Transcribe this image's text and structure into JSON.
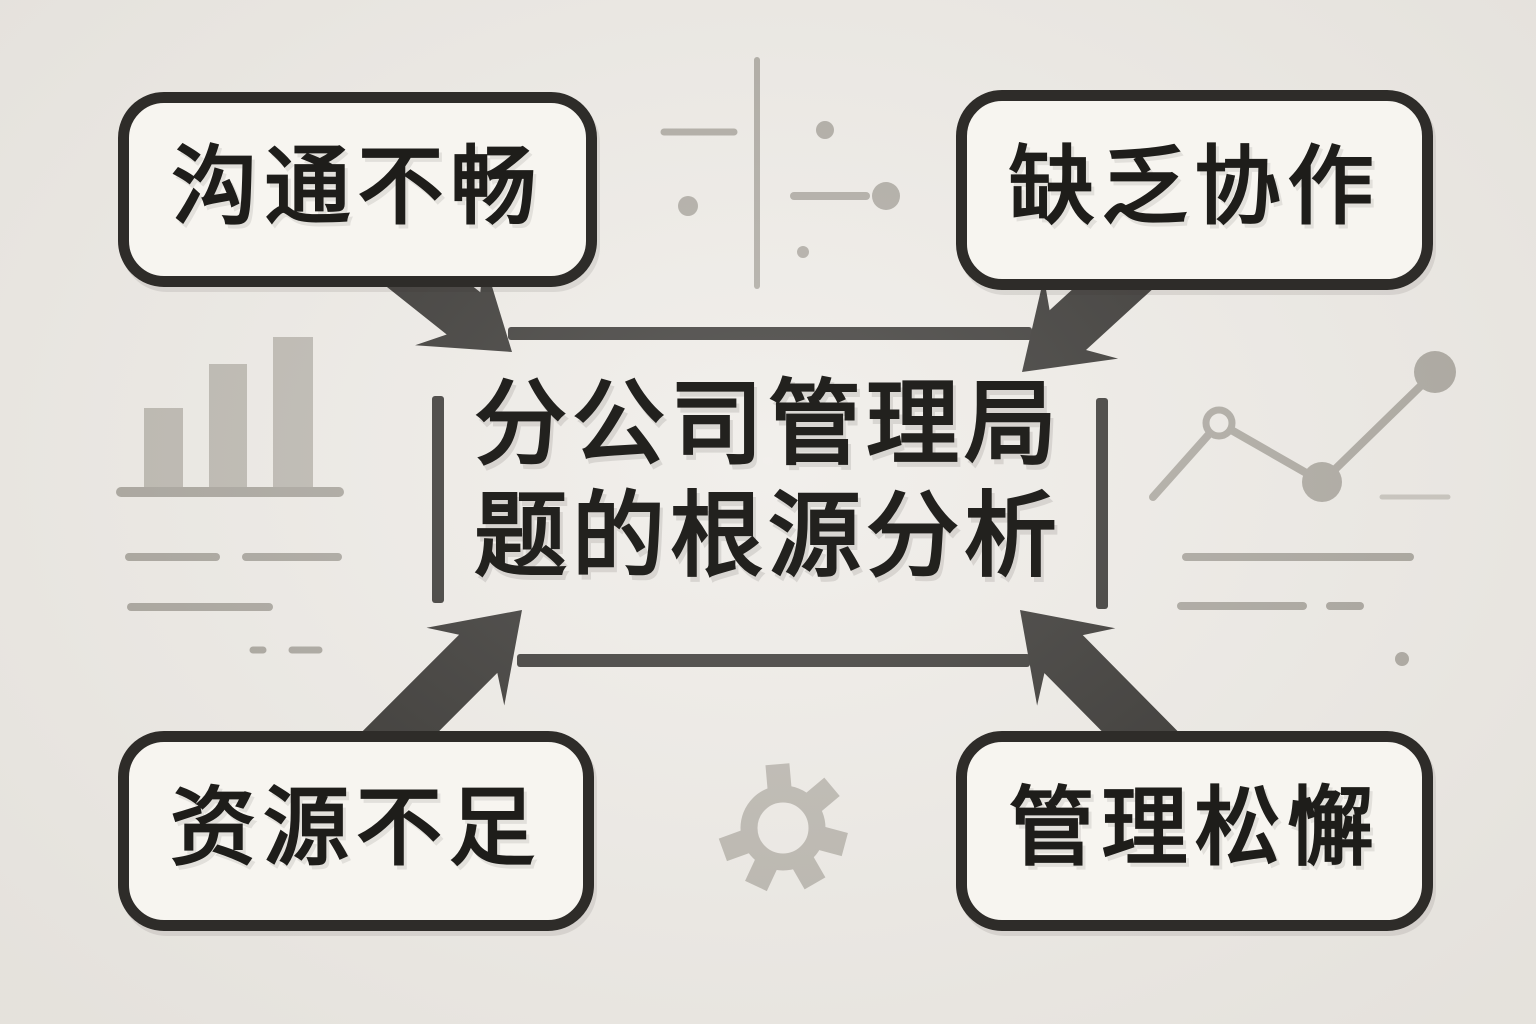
{
  "page": {
    "title": "分公司管理局题的根源分析",
    "type_label": "root-cause-analysis-diagram"
  },
  "center_box": {
    "line1": "分公司管理局",
    "line2": "题的根源分析"
  },
  "cause_boxes": [
    {
      "position": "top-left",
      "label": "沟通不畅"
    },
    {
      "position": "top-right",
      "label": "缺乏协作"
    },
    {
      "position": "bottom-left",
      "label": "资源不足"
    },
    {
      "position": "bottom-right",
      "label": "管理松懈"
    }
  ],
  "arrows": [
    {
      "from": "top-left-box",
      "to": "center"
    },
    {
      "from": "top-right-box",
      "to": "center"
    },
    {
      "from": "bottom-left-box",
      "to": "center"
    },
    {
      "from": "bottom-right-box",
      "to": "center"
    }
  ],
  "decorations": {
    "left": "bar-chart-icon",
    "right": "line-chart-icon",
    "top": "dots-and-lines-cluster",
    "bottom": "gear-icon",
    "bottom_right": "small-dot"
  },
  "colors": {
    "background": "#edeae5",
    "box_fill": "#f7f5f0",
    "ink_dark": "#2e2c29",
    "text": "#1e1d1a",
    "decoration_gray": "#aaa69e",
    "decoration_light_gray": "#c6c2bb",
    "bar_gray": "#b9b5ad"
  }
}
